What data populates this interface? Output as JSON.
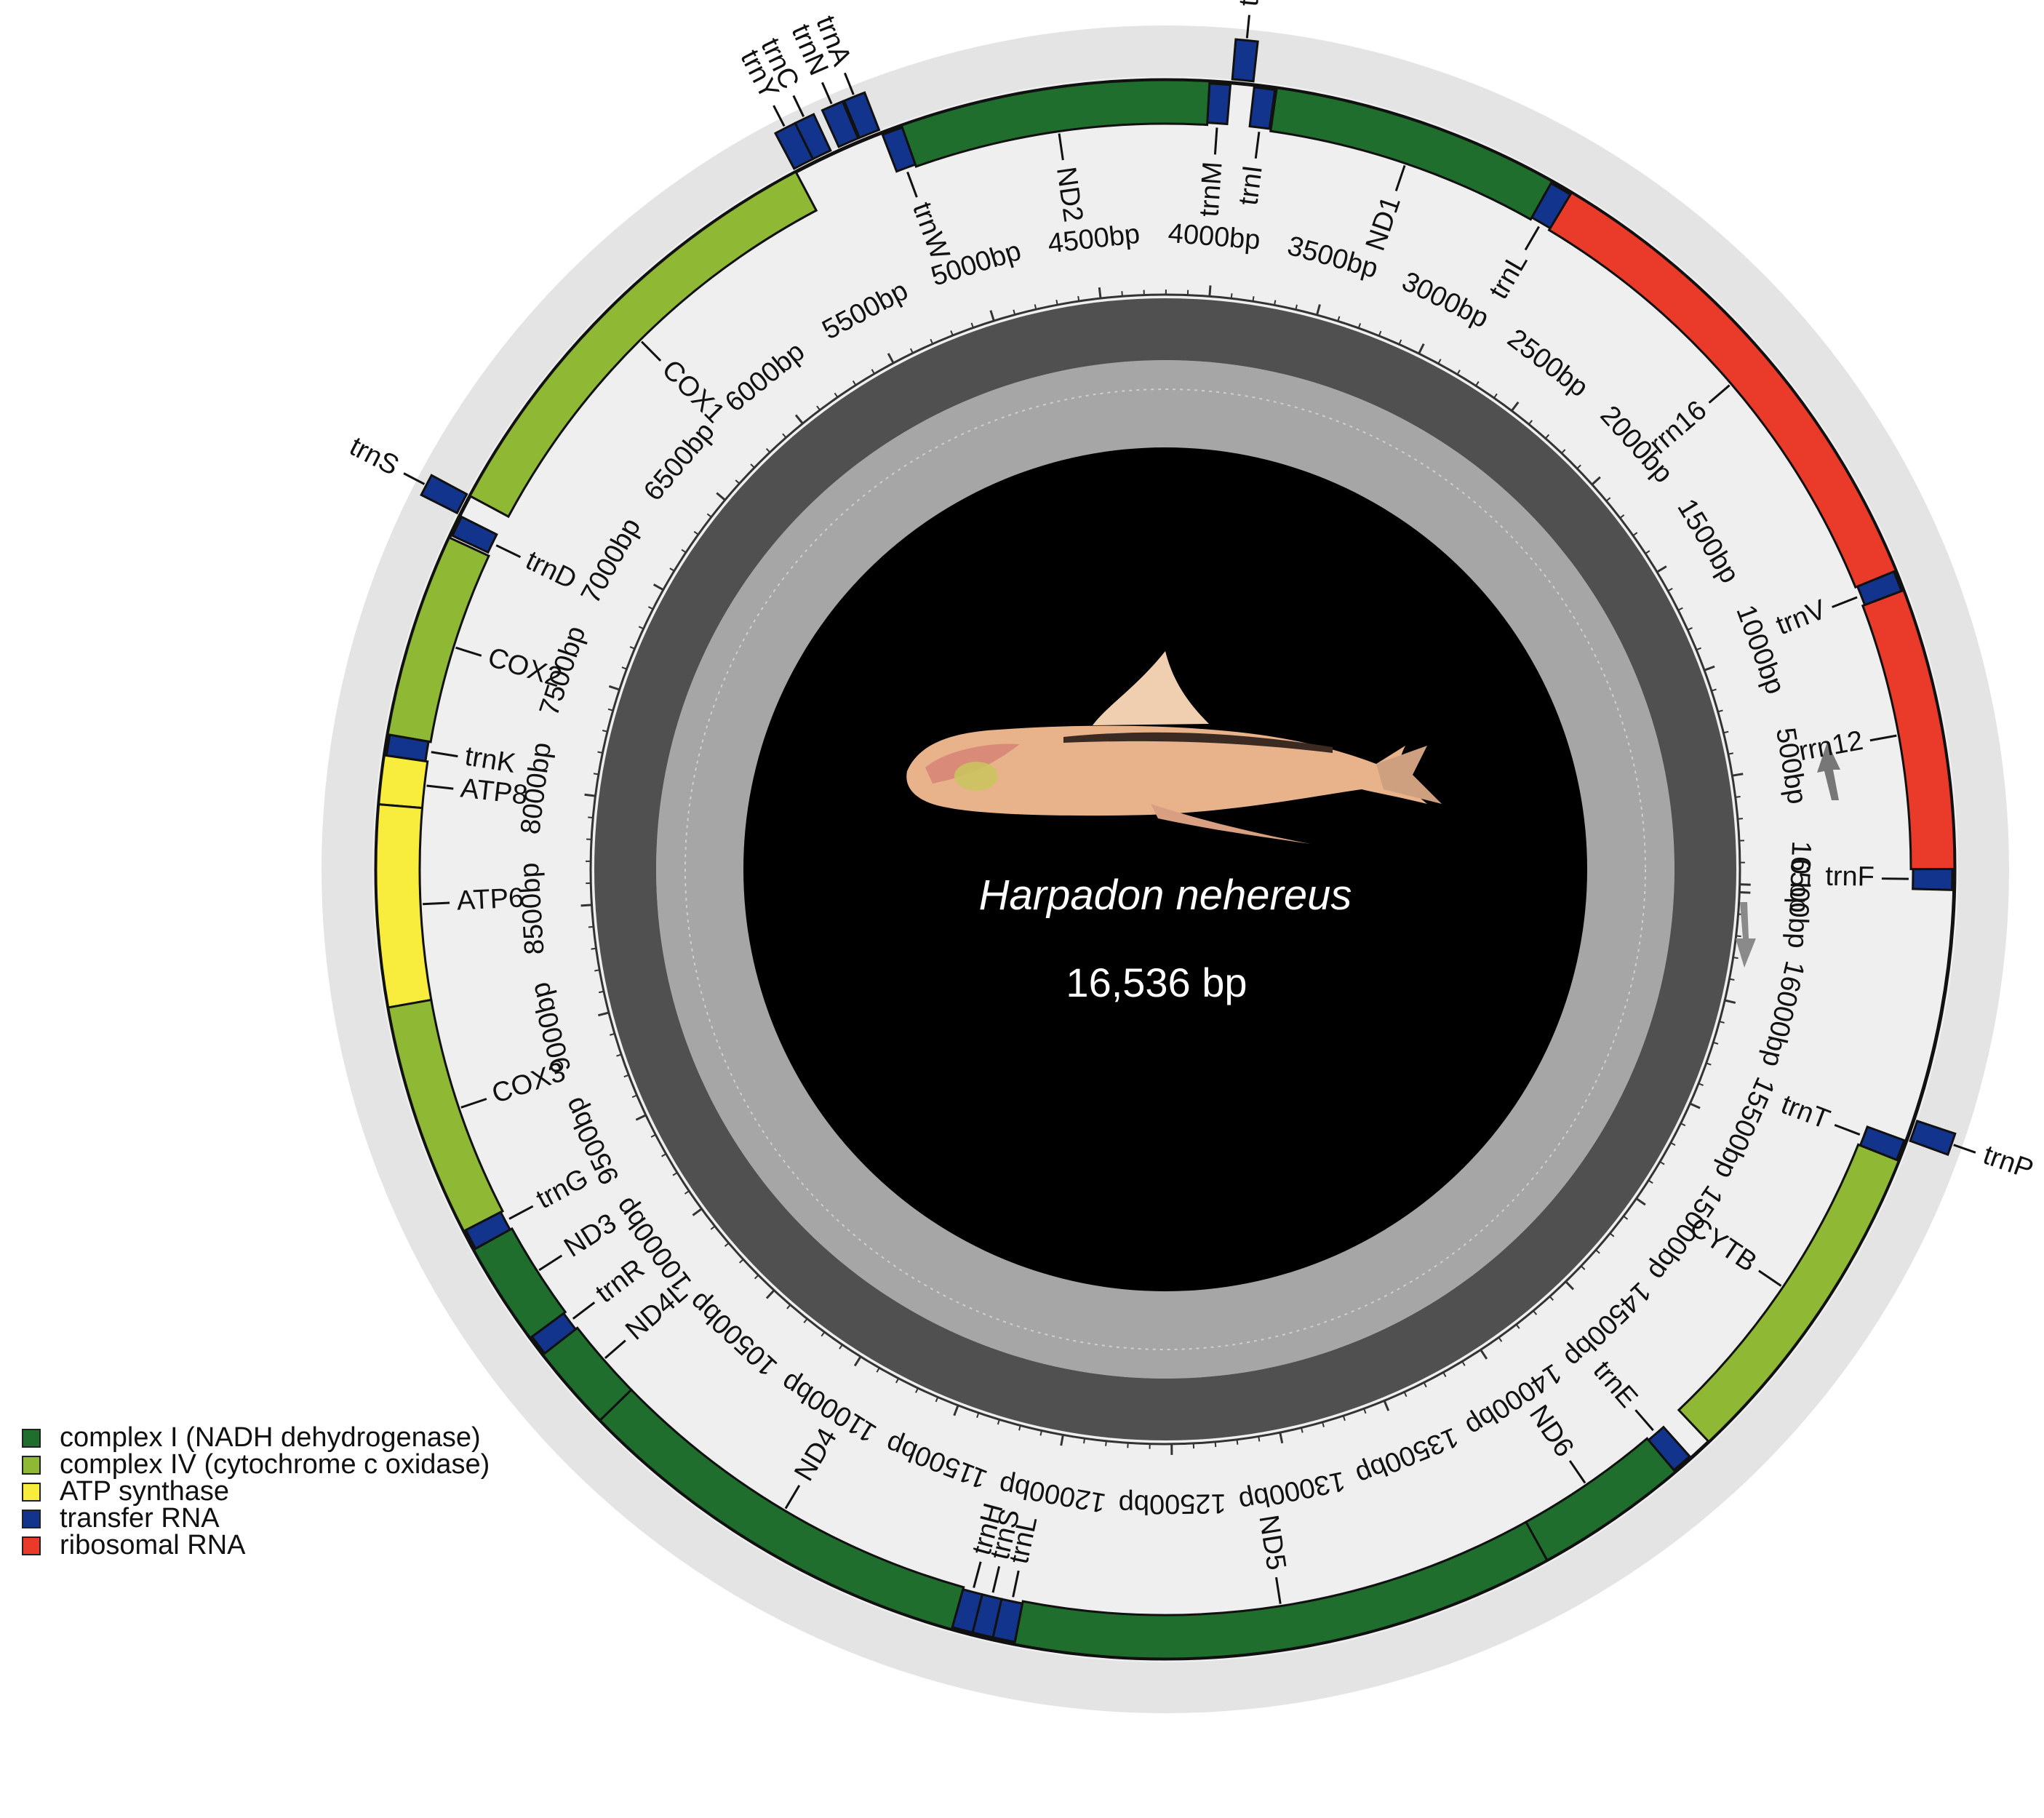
{
  "genome": {
    "species": "Harpadon nehereus",
    "length_label": "16,536 bp",
    "length_bp": 16536
  },
  "colors": {
    "complex_I": "#1f6e2e",
    "complex_IV": "#8fb935",
    "atp": "#f8ec3c",
    "trna": "#12348c",
    "rrna": "#ea3a2a"
  },
  "legend": [
    {
      "label": "complex I (NADH dehydrogenase)",
      "color": "#1f6e2e"
    },
    {
      "label": "complex IV (cytochrome c oxidase)",
      "color": "#8fb935"
    },
    {
      "label": "ATP synthase",
      "color": "#f8ec3c"
    },
    {
      "label": "transfer RNA",
      "color": "#12348c"
    },
    {
      "label": "ribosomal RNA",
      "color": "#ea3a2a"
    }
  ],
  "genes": [
    {
      "name": "trnF",
      "start": 0,
      "end": 70,
      "strand": "H",
      "type": "trna"
    },
    {
      "name": "rrn12",
      "start": 70,
      "end": 1020,
      "strand": "H",
      "type": "rrna"
    },
    {
      "name": "trnV",
      "start": 1020,
      "end": 1090,
      "strand": "H",
      "type": "trna"
    },
    {
      "name": "rrn16",
      "start": 1090,
      "end": 2780,
      "strand": "H",
      "type": "rrna"
    },
    {
      "name": "trnL",
      "start": 2780,
      "end": 2855,
      "strand": "H",
      "type": "trna"
    },
    {
      "name": "ND1",
      "start": 2855,
      "end": 3830,
      "strand": "H",
      "type": "complex_I"
    },
    {
      "name": "trnI",
      "start": 3835,
      "end": 3905,
      "strand": "H",
      "type": "trna"
    },
    {
      "name": "trnQ",
      "start": 3910,
      "end": 3980,
      "strand": "L",
      "type": "trna"
    },
    {
      "name": "trnM",
      "start": 3985,
      "end": 4055,
      "strand": "H",
      "type": "trna"
    },
    {
      "name": "ND2",
      "start": 4055,
      "end": 5100,
      "strand": "H",
      "type": "complex_I"
    },
    {
      "name": "trnW",
      "start": 5100,
      "end": 5170,
      "strand": "H",
      "type": "trna"
    },
    {
      "name": "trnA",
      "start": 5175,
      "end": 5245,
      "strand": "L",
      "type": "trna"
    },
    {
      "name": "trnN",
      "start": 5250,
      "end": 5320,
      "strand": "L",
      "type": "trna"
    },
    {
      "name": "trnC",
      "start": 5350,
      "end": 5415,
      "strand": "L",
      "type": "trna"
    },
    {
      "name": "trnY",
      "start": 5415,
      "end": 5485,
      "strand": "L",
      "type": "trna"
    },
    {
      "name": "COX1",
      "start": 5485,
      "end": 7040,
      "strand": "H",
      "type": "complex_IV"
    },
    {
      "name": "trnS",
      "start": 7040,
      "end": 7110,
      "strand": "L",
      "type": "trna"
    },
    {
      "name": "trnD",
      "start": 7115,
      "end": 7185,
      "strand": "H",
      "type": "trna"
    },
    {
      "name": "COX2",
      "start": 7195,
      "end": 7885,
      "strand": "H",
      "type": "complex_IV"
    },
    {
      "name": "trnK",
      "start": 7885,
      "end": 7955,
      "strand": "H",
      "type": "trna"
    },
    {
      "name": "ATP8",
      "start": 7955,
      "end": 8120,
      "strand": "H",
      "type": "atp"
    },
    {
      "name": "ATP6",
      "start": 8120,
      "end": 8800,
      "strand": "H",
      "type": "atp"
    },
    {
      "name": "COX3",
      "start": 8800,
      "end": 9590,
      "strand": "H",
      "type": "complex_IV"
    },
    {
      "name": "trnG",
      "start": 9590,
      "end": 9660,
      "strand": "H",
      "type": "trna"
    },
    {
      "name": "ND3",
      "start": 9660,
      "end": 10010,
      "strand": "H",
      "type": "complex_I"
    },
    {
      "name": "trnR",
      "start": 10010,
      "end": 10080,
      "strand": "H",
      "type": "trna"
    },
    {
      "name": "ND4L",
      "start": 10080,
      "end": 10370,
      "strand": "H",
      "type": "complex_I"
    },
    {
      "name": "ND4",
      "start": 10370,
      "end": 11750,
      "strand": "H",
      "type": "complex_I"
    },
    {
      "name": "trnH",
      "start": 11750,
      "end": 11820,
      "strand": "H",
      "type": "trna"
    },
    {
      "name": "trnS",
      "start": 11820,
      "end": 11890,
      "strand": "H",
      "type": "trna"
    },
    {
      "name": "trnL",
      "start": 11890,
      "end": 11965,
      "strand": "H",
      "type": "trna"
    },
    {
      "name": "ND5",
      "start": 11965,
      "end": 13800,
      "strand": "H",
      "type": "complex_I"
    },
    {
      "name": "ND6",
      "start": 13800,
      "end": 14320,
      "strand": "H",
      "type": "complex_I"
    },
    {
      "name": "trnE",
      "start": 14320,
      "end": 14390,
      "strand": "H",
      "type": "trna"
    },
    {
      "name": "CYTB",
      "start": 14470,
      "end": 15610,
      "strand": "H",
      "type": "complex_IV"
    },
    {
      "name": "trnT",
      "start": 15610,
      "end": 15680,
      "strand": "H",
      "type": "trna"
    },
    {
      "name": "trnP",
      "start": 15685,
      "end": 15755,
      "strand": "L",
      "type": "trna"
    }
  ],
  "gene_labels": [
    {
      "text": "ND6",
      "pos": 14050
    },
    {
      "text": "trnE",
      "pos": 14355
    },
    {
      "text": "CYTB",
      "pos": 15040
    },
    {
      "text": "trnT",
      "pos": 15645
    },
    {
      "text": "trnP",
      "pos": 15720
    },
    {
      "text": "trnF",
      "pos": 35
    },
    {
      "text": "rrn12",
      "pos": 545
    },
    {
      "text": "trnV",
      "pos": 1055
    },
    {
      "text": "rrn16",
      "pos": 1935
    },
    {
      "text": "trnL",
      "pos": 2817
    },
    {
      "text": "ND1",
      "pos": 3340
    },
    {
      "text": "trnI",
      "pos": 3870
    },
    {
      "text": "trnQ",
      "pos": 3945
    },
    {
      "text": "trnM",
      "pos": 4020
    },
    {
      "text": "ND2",
      "pos": 4580
    },
    {
      "text": "trnW",
      "pos": 5135
    },
    {
      "text": "trnA",
      "pos": 5210
    },
    {
      "text": "trnN",
      "pos": 5285
    },
    {
      "text": "trnC",
      "pos": 5382
    },
    {
      "text": "trnY",
      "pos": 5450
    },
    {
      "text": "COX1",
      "pos": 6260
    },
    {
      "text": "trnS",
      "pos": 7075
    },
    {
      "text": "trnD",
      "pos": 7150
    },
    {
      "text": "COX2",
      "pos": 7540
    },
    {
      "text": "trnK",
      "pos": 7920
    },
    {
      "text": "ATP8",
      "pos": 8040
    },
    {
      "text": "ATP6",
      "pos": 8460
    },
    {
      "text": "COX3",
      "pos": 9195
    },
    {
      "text": "trnG",
      "pos": 9625
    },
    {
      "text": "ND3",
      "pos": 9835
    },
    {
      "text": "trnR",
      "pos": 10045
    },
    {
      "text": "ND4L",
      "pos": 10225
    },
    {
      "text": "ND4",
      "pos": 11060
    },
    {
      "text": "trnH",
      "pos": 11785
    },
    {
      "text": "trnS",
      "pos": 11855
    },
    {
      "text": "trnL",
      "pos": 11928
    },
    {
      "text": "ND5",
      "pos": 12880
    }
  ],
  "scale_labels": [
    "0 bp",
    "500bp",
    "1000bp",
    "1500bp",
    "2000bp",
    "2500bp",
    "3000bp",
    "3500bp",
    "4000bp",
    "4500bp",
    "5000bp",
    "5500bp",
    "6000bp",
    "6500bp",
    "7000bp",
    "7500bp",
    "8000bp",
    "8500bp",
    "9000bp",
    "9500bp",
    "10000bp",
    "10500bp",
    "11000bp",
    "11500bp",
    "12000bp",
    "12500bp",
    "13000bp",
    "13500bp",
    "14000bp",
    "14500bp",
    "15000bp",
    "15500bp",
    "16000bp",
    "16500bp"
  ],
  "gc_content": [
    0.38,
    0.42,
    0.47,
    0.45,
    0.51,
    0.49,
    0.41,
    0.39,
    0.44,
    0.5,
    0.53,
    0.48,
    0.46,
    0.43,
    0.4,
    0.37,
    0.45,
    0.52,
    0.55,
    0.5,
    0.47,
    0.43,
    0.41,
    0.44,
    0.49,
    0.51,
    0.46,
    0.42,
    0.39,
    0.43,
    0.48,
    0.52,
    0.49,
    0.45,
    0.41,
    0.44,
    0.5,
    0.54,
    0.51,
    0.47,
    0.44,
    0.4,
    0.38,
    0.42,
    0.47,
    0.52,
    0.5,
    0.46,
    0.43,
    0.45,
    0.49,
    0.53,
    0.5,
    0.46,
    0.42,
    0.39,
    0.41,
    0.46,
    0.5,
    0.48,
    0.44,
    0.41,
    0.43,
    0.47,
    0.51,
    0.48,
    0.45,
    0.42,
    0.4,
    0.44,
    0.49,
    0.52,
    0.48,
    0.44,
    0.41,
    0.38,
    0.42,
    0.46,
    0.5,
    0.47,
    0.43,
    0.4,
    0.42,
    0.47,
    0.51,
    0.54,
    0.5,
    0.45,
    0.42,
    0.39,
    0.43,
    0.48,
    0.52,
    0.49,
    0.45,
    0.42,
    0.44,
    0.48,
    0.51,
    0.47,
    0.43,
    0.4,
    0.38,
    0.42,
    0.46,
    0.5,
    0.53,
    0.49,
    0.45,
    0.41,
    0.44,
    0.49,
    0.52,
    0.48,
    0.44,
    0.41,
    0.39,
    0.43,
    0.47,
    0.5,
    0.46,
    0.42,
    0.4,
    0.44,
    0.48,
    0.51,
    0.47,
    0.43,
    0.4,
    0.37,
    0.41,
    0.46,
    0.5,
    0.48,
    0.44,
    0.4,
    0.43,
    0.47,
    0.52,
    0.49,
    0.45,
    0.42,
    0.39,
    0.43,
    0.48,
    0.5,
    0.46,
    0.42,
    0.4,
    0.44,
    0.47,
    0.43,
    0.41,
    0.38,
    0.42,
    0.46,
    0.5,
    0.47,
    0.44,
    0.41,
    0.43,
    0.46,
    0.42,
    0.39,
    0.41,
    0.44
  ]
}
